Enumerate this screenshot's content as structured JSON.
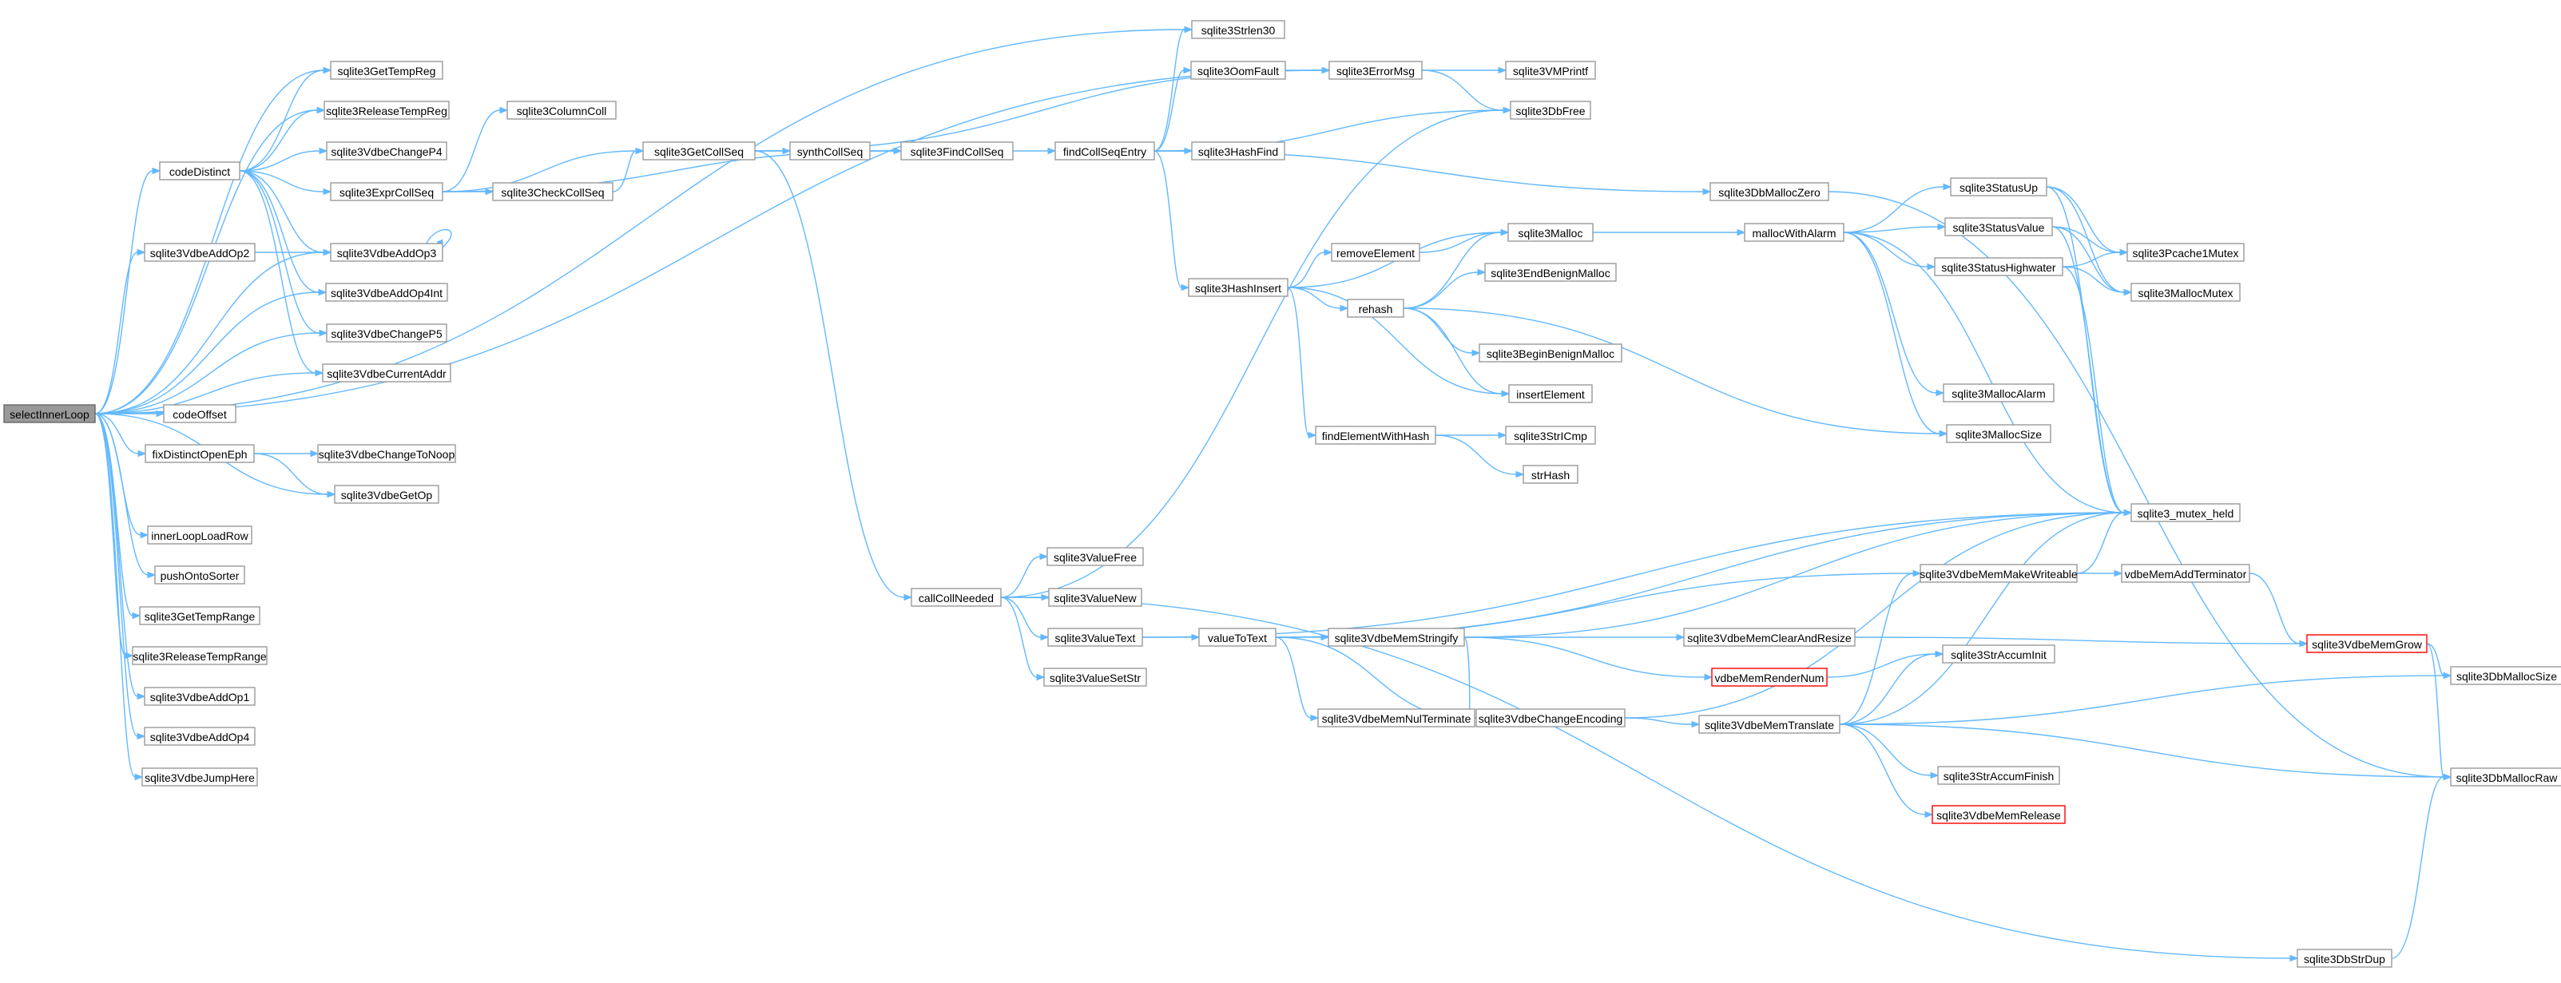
{
  "title": "",
  "colors": {
    "edge": "#63b8ff",
    "node_border": "#999999",
    "root_fill": "#999999",
    "truncated_border": "#ff0000"
  },
  "nodes": {
    "selectInnerLoop": "selectInnerLoop",
    "codeDistinct": "codeDistinct",
    "sqlite3VdbeAddOp2": "sqlite3VdbeAddOp2",
    "codeOffset": "codeOffset",
    "fixDistinctOpenEph": "fixDistinctOpenEph",
    "innerLoopLoadRow": "innerLoopLoadRow",
    "pushOntoSorter": "pushOntoSorter",
    "sqlite3GetTempRange": "sqlite3GetTempRange",
    "sqlite3ReleaseTempRange": "sqlite3ReleaseTempRange",
    "sqlite3VdbeAddOp1": "sqlite3VdbeAddOp1",
    "sqlite3VdbeAddOp4": "sqlite3VdbeAddOp4",
    "sqlite3VdbeJumpHere": "sqlite3VdbeJumpHere",
    "sqlite3GetTempReg": "sqlite3GetTempReg",
    "sqlite3ReleaseTempReg": "sqlite3ReleaseTempReg",
    "sqlite3VdbeChangeP4": "sqlite3VdbeChangeP4",
    "sqlite3ExprCollSeq": "sqlite3ExprCollSeq",
    "sqlite3VdbeAddOp3": "sqlite3VdbeAddOp3",
    "sqlite3VdbeAddOp4Int": "sqlite3VdbeAddOp4Int",
    "sqlite3VdbeChangeP5": "sqlite3VdbeChangeP5",
    "sqlite3VdbeCurrentAddr": "sqlite3VdbeCurrentAddr",
    "sqlite3VdbeChangeToNoop": "sqlite3VdbeChangeToNoop",
    "sqlite3VdbeGetOp": "sqlite3VdbeGetOp",
    "sqlite3ColumnColl": "sqlite3ColumnColl",
    "sqlite3CheckCollSeq": "sqlite3CheckCollSeq",
    "sqlite3GetCollSeq": "sqlite3GetCollSeq",
    "synthCollSeq": "synthCollSeq",
    "sqlite3FindCollSeq": "sqlite3FindCollSeq",
    "callCollNeeded": "callCollNeeded",
    "findCollSeqEntry": "findCollSeqEntry",
    "sqlite3Strlen30": "sqlite3Strlen30",
    "sqlite3OomFault": "sqlite3OomFault",
    "sqlite3ErrorMsg": "sqlite3ErrorMsg",
    "sqlite3VMPrintf": "sqlite3VMPrintf",
    "sqlite3DbFree": "sqlite3DbFree",
    "sqlite3HashFind": "sqlite3HashFind",
    "sqlite3DbMallocZero": "sqlite3DbMallocZero",
    "sqlite3HashInsert": "sqlite3HashInsert",
    "removeElement": "removeElement",
    "rehash": "rehash",
    "findElementWithHash": "findElementWithHash",
    "sqlite3Malloc": "sqlite3Malloc",
    "sqlite3EndBenignMalloc": "sqlite3EndBenignMalloc",
    "sqlite3BeginBenignMalloc": "sqlite3BeginBenignMalloc",
    "insertElement": "insertElement",
    "sqlite3StrICmp": "sqlite3StrICmp",
    "strHash": "strHash",
    "mallocWithAlarm": "mallocWithAlarm",
    "sqlite3StatusUp": "sqlite3StatusUp",
    "sqlite3StatusValue": "sqlite3StatusValue",
    "sqlite3StatusHighwater": "sqlite3StatusHighwater",
    "sqlite3MallocAlarm": "sqlite3MallocAlarm",
    "sqlite3MallocSize": "sqlite3MallocSize",
    "sqlite3Pcache1Mutex": "sqlite3Pcache1Mutex",
    "sqlite3MallocMutex": "sqlite3MallocMutex",
    "sqlite3_mutex_held": "sqlite3_mutex_held",
    "sqlite3ValueFree": "sqlite3ValueFree",
    "sqlite3ValueNew": "sqlite3ValueNew",
    "sqlite3ValueText": "sqlite3ValueText",
    "sqlite3ValueSetStr": "sqlite3ValueSetStr",
    "valueToText": "valueToText",
    "sqlite3VdbeMemStringify": "sqlite3VdbeMemStringify",
    "sqlite3VdbeMemNulTerminate": "sqlite3VdbeMemNulTerminate",
    "sqlite3VdbeChangeEncoding": "sqlite3VdbeChangeEncoding",
    "sqlite3VdbeMemMakeWriteable": "sqlite3VdbeMemMakeWriteable",
    "vdbeMemAddTerminator": "vdbeMemAddTerminator",
    "sqlite3VdbeMemClearAndResize": "sqlite3VdbeMemClearAndResize",
    "vdbeMemRenderNum": "vdbeMemRenderNum",
    "sqlite3StrAccumInit": "sqlite3StrAccumInit",
    "sqlite3VdbeMemTranslate": "sqlite3VdbeMemTranslate",
    "sqlite3StrAccumFinish": "sqlite3StrAccumFinish",
    "sqlite3VdbeMemRelease": "sqlite3VdbeMemRelease",
    "sqlite3VdbeMemGrow": "sqlite3VdbeMemGrow",
    "sqlite3DbMallocSize": "sqlite3DbMallocSize",
    "sqlite3DbMallocRaw": "sqlite3DbMallocRaw",
    "sqlite3DbStrDup": "sqlite3DbStrDup"
  }
}
